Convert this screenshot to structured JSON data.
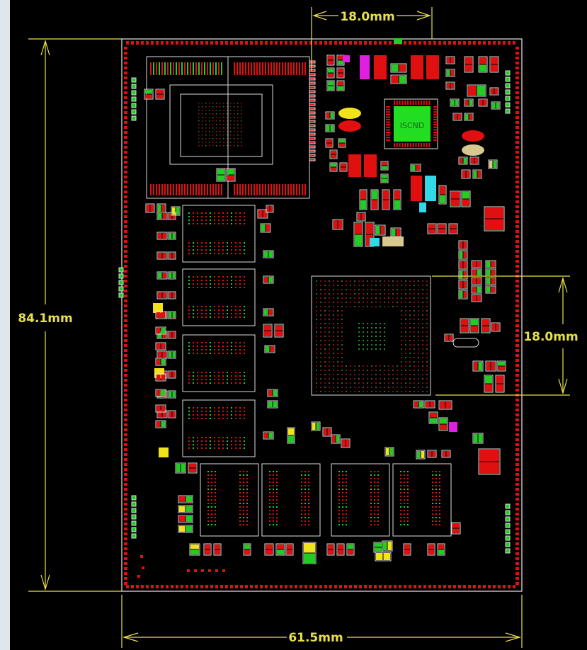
{
  "colors": {
    "background": "#000000",
    "pad_red": "#e01010",
    "pad_green": "#22cc22",
    "outline": "#e8e8e8",
    "dimension": "#e8e04a",
    "chip_green": "#22dd22",
    "yellow": "#f2e21a",
    "magenta": "#e020e0",
    "cyan": "#30d8e8",
    "tan": "#d8c890"
  },
  "dimensions": {
    "board_height": "84.1mm",
    "board_width": "61.5mm",
    "cpu_width": "18.0mm",
    "bga_height": "18.0mm"
  },
  "chip_label": "ISCND"
}
